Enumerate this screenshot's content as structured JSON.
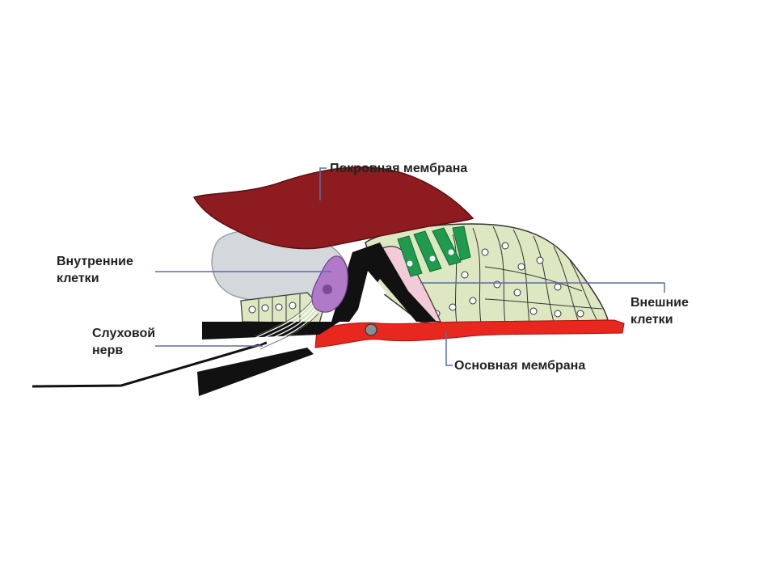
{
  "labels": {
    "tectorial_membrane": "Покровная мембрана",
    "inner_cells": [
      "Внутренние",
      "клетки"
    ],
    "auditory_nerve": [
      "Слуховой",
      "нерв"
    ],
    "outer_cells": [
      "Внешние",
      "клетки"
    ],
    "basilar_membrane": "Основная мембрана"
  },
  "colors": {
    "tectorial": "#8e1b1f",
    "basilar": "#e8271e",
    "support_cells": "#dde8c2",
    "outer_hair_cells": "#1f9a4e",
    "inner_hair_cell": "#b07ac8",
    "pillar_pink": "#f3cbd8",
    "limbus": "#d4d7db",
    "bone": "#111111",
    "leader_lines": "#5a6ea8"
  }
}
